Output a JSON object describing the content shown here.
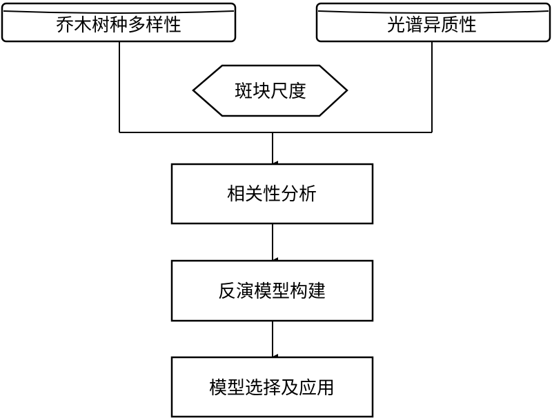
{
  "nodes": {
    "tree_species_diversity": "乔木树种多样性",
    "spectral_heterogeneity": "光谱异质性",
    "patch_scale": "斑块尺度",
    "correlation_analysis": "相关性分析",
    "inversion_model_construction": "反演模型构建",
    "model_selection_application": "模型选择及应用"
  }
}
